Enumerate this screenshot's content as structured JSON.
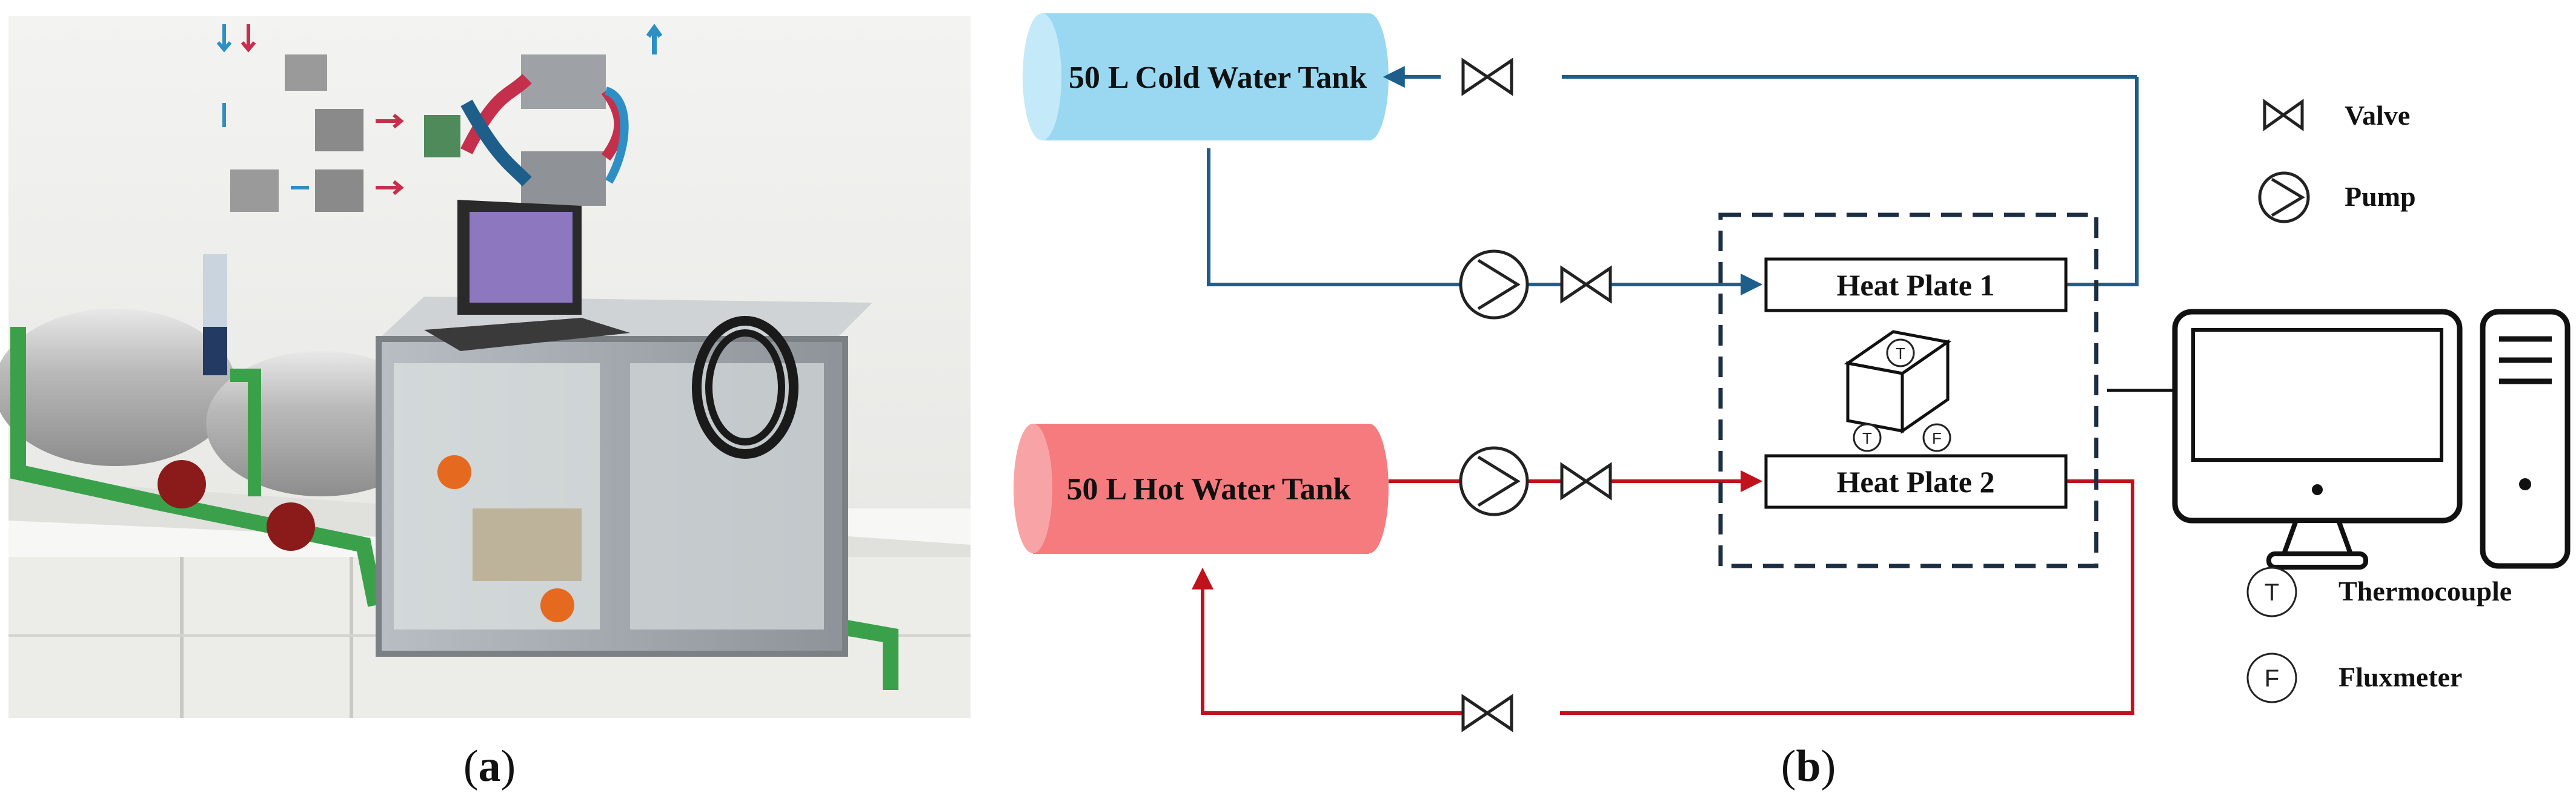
{
  "panel_a": {
    "caption_open": "(",
    "caption_letter": "a",
    "caption_close": ")"
  },
  "panel_b": {
    "caption_open": "(",
    "caption_letter": "b",
    "caption_close": ")",
    "cold_tank": {
      "label": "50 L Cold Water Tank",
      "color": "#9ad8f2"
    },
    "hot_tank": {
      "label": "50 L Hot Water Tank",
      "color": "#f57b7e"
    },
    "plate_1": {
      "label": "Heat Plate 1"
    },
    "plate_2": {
      "label": "Heat Plate 2"
    },
    "sample_symbols": {
      "top": "T",
      "bottom_left": "T",
      "bottom_right": "F"
    },
    "pipe_colors": {
      "cold": "#1d5f8a",
      "hot": "#c0121c"
    },
    "legend": [
      {
        "symbol": "valve-icon",
        "label": "Valve"
      },
      {
        "symbol": "pump-icon",
        "label": "Pump"
      },
      {
        "symbol": "T",
        "label": "Thermocouple"
      },
      {
        "symbol": "F",
        "label": "Fluxmeter"
      }
    ]
  }
}
